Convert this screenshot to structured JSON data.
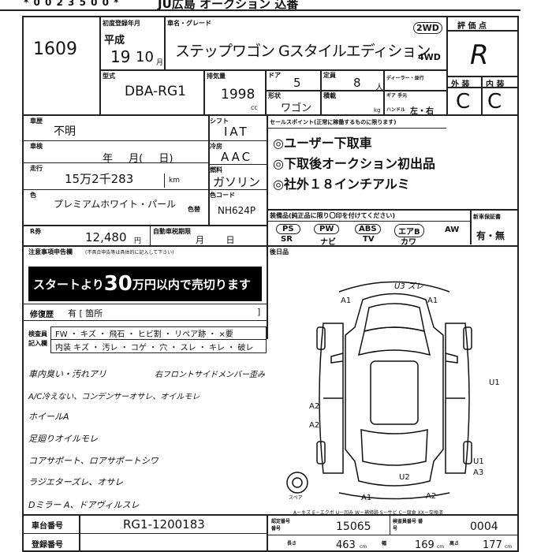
{
  "header": {
    "stock_number": "* 0 0 2 3 5 0 0 *",
    "title": "JU広島 オークション 込番"
  },
  "lot": {
    "number": "1609"
  },
  "registration": {
    "label": "初度登録年月",
    "era": "平成",
    "year": "19",
    "month": "10",
    "month_unit": "月"
  },
  "vehicle": {
    "name_label": "車名・グレード",
    "name": "ステップワゴン Gスタイルエディション",
    "drive_2wd": "2WD",
    "drive_4wd": "4WD",
    "model_label": "型式",
    "model": "DBA-RG1",
    "displacement_label": "排気量",
    "displacement": "1998",
    "cc": "cc",
    "doors_label": "ドア",
    "doors": "5",
    "capacity_label": "定員",
    "capacity": "8",
    "capacity_unit": "人",
    "dealer_label": "ディーラー・並行",
    "shape_label": "形状",
    "shape": "ワゴン",
    "load_label": "積載",
    "kg": "kg",
    "transmission_label": "ギア 手元",
    "handle_label": "ハンドル",
    "handle": "左・右"
  },
  "grade": {
    "label": "評 価 点",
    "score": "R",
    "exterior_label": "外 装",
    "interior_label": "内 装",
    "exterior": "C",
    "interior": "C"
  },
  "inspection": {
    "history_label": "車歴",
    "history": "不明",
    "inspection_label": "車検",
    "inspection_date": "年 月( 日)",
    "mileage_label": "走行",
    "mileage": "15万2千283",
    "km": "km",
    "color_label": "色",
    "color": "プレミアムホワイト・パール",
    "color_short": "色替",
    "color_code_label": "色コード",
    "color_code": "NH624P",
    "shift_label": "シフト",
    "shift": "IAT",
    "ac_label": "冷房",
    "ac": "AAC",
    "fuel_label": "燃料",
    "fuel": "ガソリン",
    "recycle_label": "R券",
    "recycle": "12,480",
    "yen": "円",
    "tax_label": "自動車税期限",
    "tax": "月 日"
  },
  "sales_points": {
    "label": "セールスポイント(正常に稼働するものに限ります)",
    "items": [
      "◎ユーザー下取車",
      "◎下取後オークション初出品",
      "◎社外１８インチアルミ"
    ]
  },
  "equipment": {
    "label": "装備品(純正品に限り〇印を付けてください)",
    "items": [
      {
        "top": "PS",
        "bottom": "SR"
      },
      {
        "top": "PW",
        "bottom": "ナビ"
      },
      {
        "top": "ABS",
        "bottom": "TV"
      },
      {
        "top": "エアB",
        "bottom": "カワ"
      },
      {
        "top": "AW",
        "bottom": ""
      }
    ],
    "new_car_label": "新車保証書",
    "new_car": "有・無"
  },
  "notes": {
    "label": "注意事項申告欄",
    "sublabel": "(不具合申告等は具体的に記入して下さい)",
    "banner_prefix": "スタートより",
    "banner_big": "30",
    "banner_suffix": "万円以内で売切ります",
    "repair_label": "修復歴",
    "repair": "有 [ 箇所",
    "bracket": "]"
  },
  "checks": {
    "label_top": "検査員",
    "label_bottom": "記入欄",
    "row1": "FW ・ キズ ・ 飛石 ・ ヒビ割 ・ リペア跡 ・ ×要",
    "row2": "内装 キズ ・ 汚レ ・ コゲ ・ 穴 ・ スレ ・ キレ ・ 破レ"
  },
  "handwritten": {
    "lines": [
      "車内臭い・汚れアリ",
      "A/C冷えない、コンデンサーオサレ、オイルモレ",
      "ホイールA",
      "足廻りオイルモレ",
      "コアサポート、ロアサポートシワ",
      "ラジエターズレ、オサレ",
      "Dミラー A、ドアヴィルスレ"
    ],
    "right_note": "右フロントサイドメンバー歪み"
  },
  "diagram": {
    "after_label": "後日品",
    "marks": [
      "A1",
      "A1",
      "U1",
      "A2",
      "A2",
      "U2",
      "A1",
      "A2",
      "U1",
      "A3"
    ],
    "top_note": "U3 ズレ",
    "spare": "スペア"
  },
  "legend": {
    "text": "A－キズ E－エクボ U－凹み W－補修跡 S－サビ C－腐食 XX－交換済"
  },
  "footer": {
    "chassis_label": "車台番号",
    "chassis": "RG1-1200183",
    "register_label": "登録番号",
    "cert_label": "認定番号 番号",
    "cert": "15065",
    "insp_label": "検査員番号 番号",
    "insp": "0004",
    "len_label": "長さ",
    "len": "463",
    "wid_label": "幅",
    "wid": "169",
    "hei_label": "高さ",
    "hei": "177",
    "cm": "cm"
  }
}
